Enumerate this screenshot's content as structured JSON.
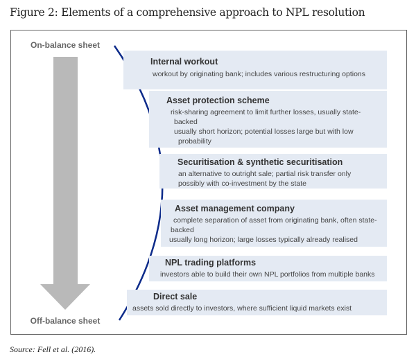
{
  "title": "Figure 2: Elements of a comprehensive approach to NPL resolution",
  "top_label": "On-balance sheet",
  "bottom_label": "Off-balance sheet",
  "colors": {
    "curve": "#0d2b8a",
    "arrow": "#b9b9b9",
    "box": "#e4eaf3"
  },
  "items": [
    {
      "title": "Internal workout",
      "lines": [
        "workout by originating bank; includes various restructuring options"
      ]
    },
    {
      "title": "Asset protection scheme",
      "lines": [
        "risk-sharing agreement to limit further losses, usually state-",
        "backed",
        "usually short horizon; potential losses large but with low",
        "probability"
      ]
    },
    {
      "title": "Securitisation & synthetic securitisation",
      "lines": [
        "an alternative to outright sale; partial risk transfer only",
        "possibly with co-investment by the state"
      ]
    },
    {
      "title": "Asset management company",
      "lines": [
        "complete separation of asset from originating bank, often state-",
        "backed",
        "usually long horizon; large losses typically already realised"
      ]
    },
    {
      "title": "NPL trading platforms",
      "lines": [
        "investors able to build their own NPL portfolios from multiple banks"
      ]
    },
    {
      "title": "Direct sale",
      "lines": [
        "assets sold directly to investors, where sufficient liquid markets exist"
      ]
    }
  ],
  "source": "Source: Fell et al. (2016)."
}
